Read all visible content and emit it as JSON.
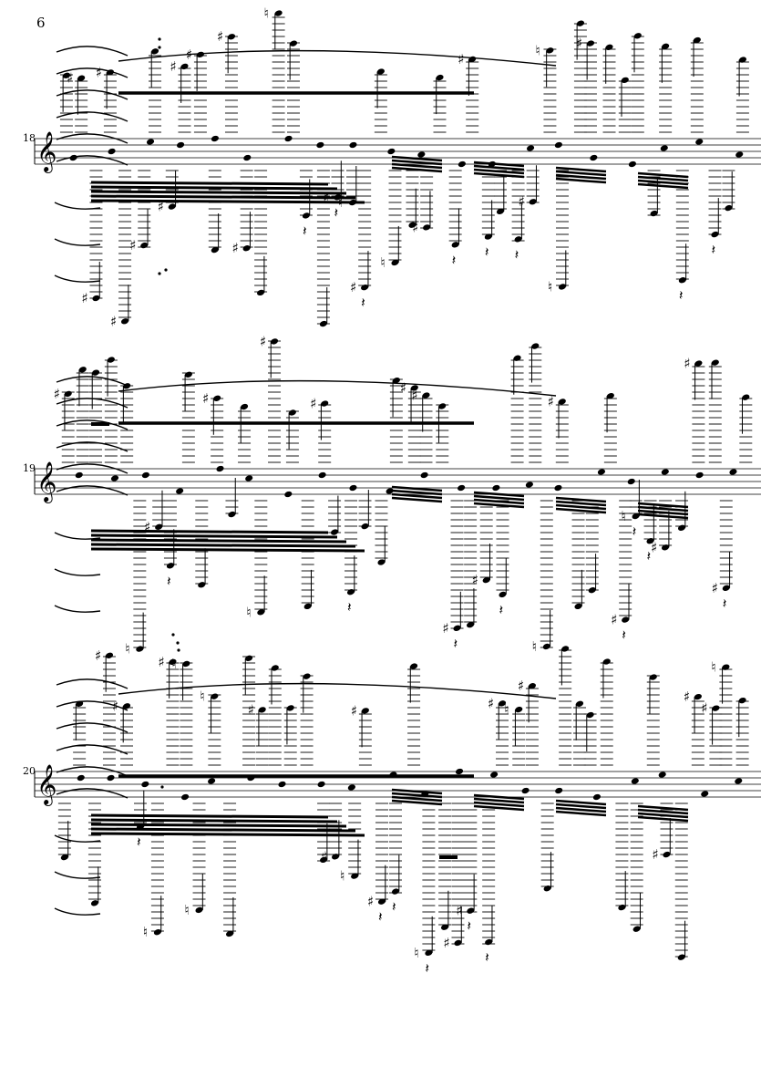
{
  "page": {
    "number": "6"
  },
  "systems": [
    {
      "measure_number": "18",
      "clef": "treble",
      "key_signature": ""
    },
    {
      "measure_number": "19",
      "clef": "treble",
      "key_signature": ""
    },
    {
      "measure_number": "20",
      "clef": "treble",
      "key_signature": ""
    }
  ]
}
